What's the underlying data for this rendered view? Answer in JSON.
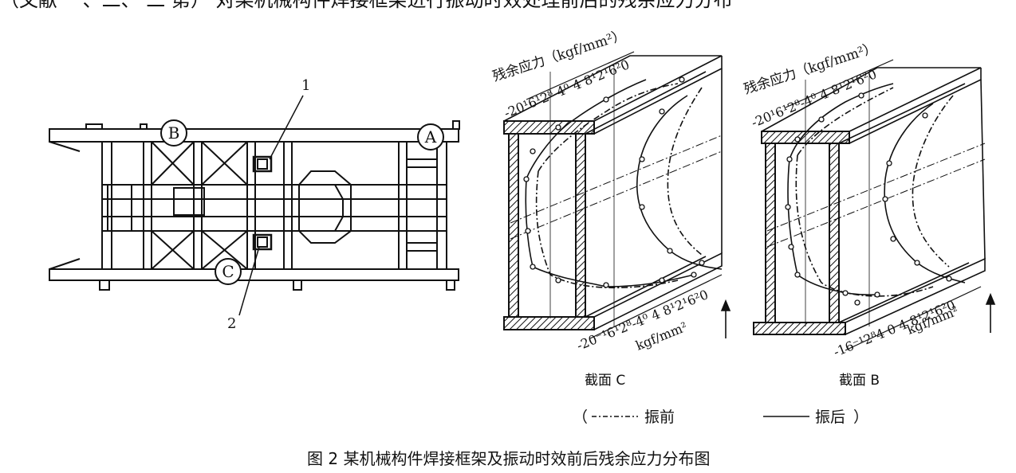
{
  "top_text": "（文献   一、二、  二 第） 对某机械构件焊接框架进行振动时效处理前后的残余应力分布",
  "frame": {
    "circle_labels": [
      "B",
      "A",
      "C"
    ],
    "part_labels": [
      "1",
      "2"
    ]
  },
  "section_c": {
    "axis_title": "残余应力（kgf/mm²）",
    "top_ticks": "-20¹6¹2⁸-4⁰ 4 8¹2¹6²0",
    "bottom_ticks": "-20⁻¹6¹2⁸-4⁰ 4 8¹2¹6²0",
    "unit": "kgf/mm²",
    "caption": "截面 C"
  },
  "section_b": {
    "axis_title": "残余应力（kgf/mm²）",
    "top_ticks": "-20¹6¹2⁸-4⁰ 4 8¹2¹6²0",
    "bottom_ticks": "-16⁻¹2⁸4 0 4  8¹2¹6²0",
    "unit": "kgf/mm²",
    "caption": "截面 B"
  },
  "legend": {
    "open": "（",
    "before": "振前",
    "after": "振后",
    "close": "）"
  },
  "figure_caption": "图 2   某机械构件焊接框架及振动时效前后残余应力分布图"
}
